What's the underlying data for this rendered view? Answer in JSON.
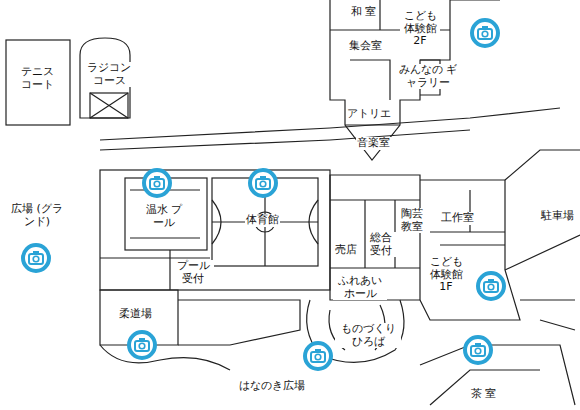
{
  "diagram": {
    "labels": [
      "テニス コート",
      "ラジコン コース",
      "和 室",
      "集会室",
      "こども 体験館 2F",
      "みんなの ギャラリー",
      "アトリエ",
      "音楽室",
      "広場 (グランド)",
      "温水 プール",
      "体育館",
      "プール 受付",
      "売店",
      "総合 受付",
      "陶芸 教室",
      "工作室",
      "駐車場",
      "こども 体験館 1F",
      "ふれあい ホール",
      "柔道場",
      "ものづくり ひろば",
      "はなのき広場",
      "茶 室"
    ]
  }
}
